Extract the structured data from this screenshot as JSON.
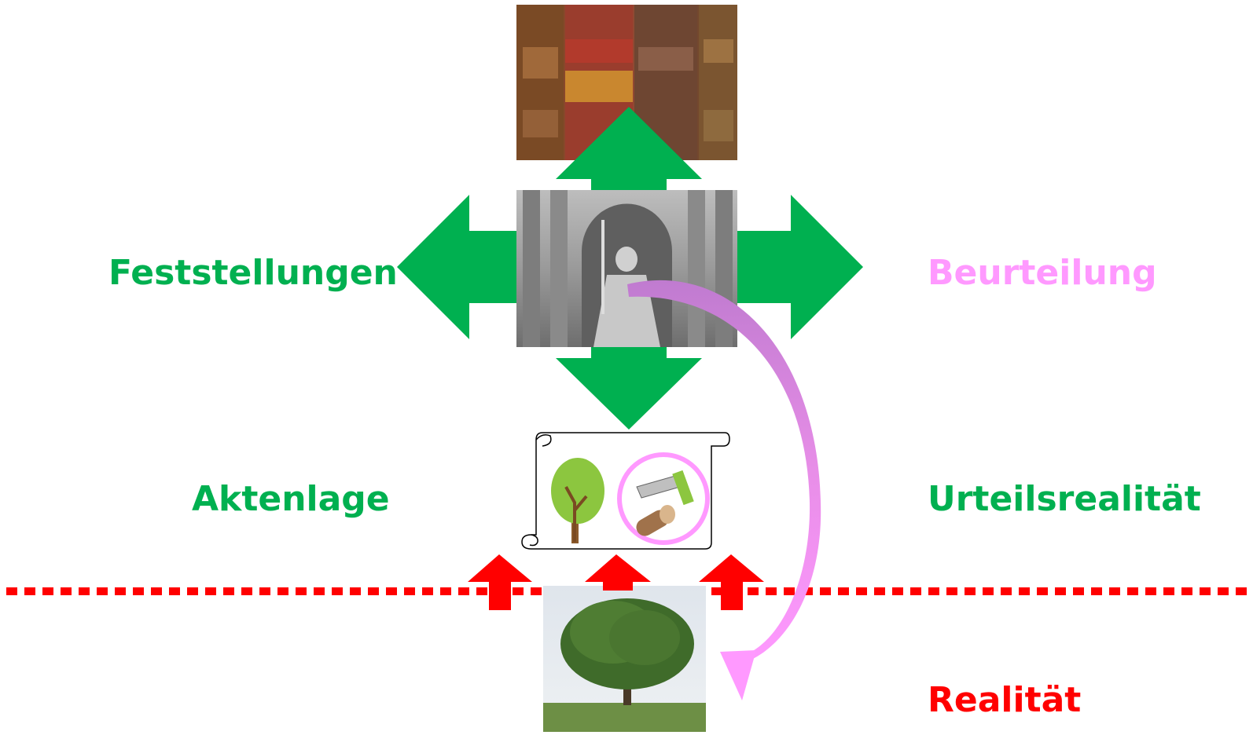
{
  "labels": {
    "feststellungen": "Feststellungen",
    "beurteilung": "Beurteilung",
    "aktenlage": "Aktenlage",
    "urteilsrealitaet": "Urteilsrealität",
    "realitaet": "Realität"
  },
  "colors": {
    "green": "#00b050",
    "pink": "#ff99ff",
    "red": "#ff0000",
    "curve_start": "#c07bd0"
  },
  "pictures": [
    "books-photo",
    "justitia-statue-photo",
    "document-scroll-with-tree-and-felled-tree",
    "tree-photo"
  ]
}
